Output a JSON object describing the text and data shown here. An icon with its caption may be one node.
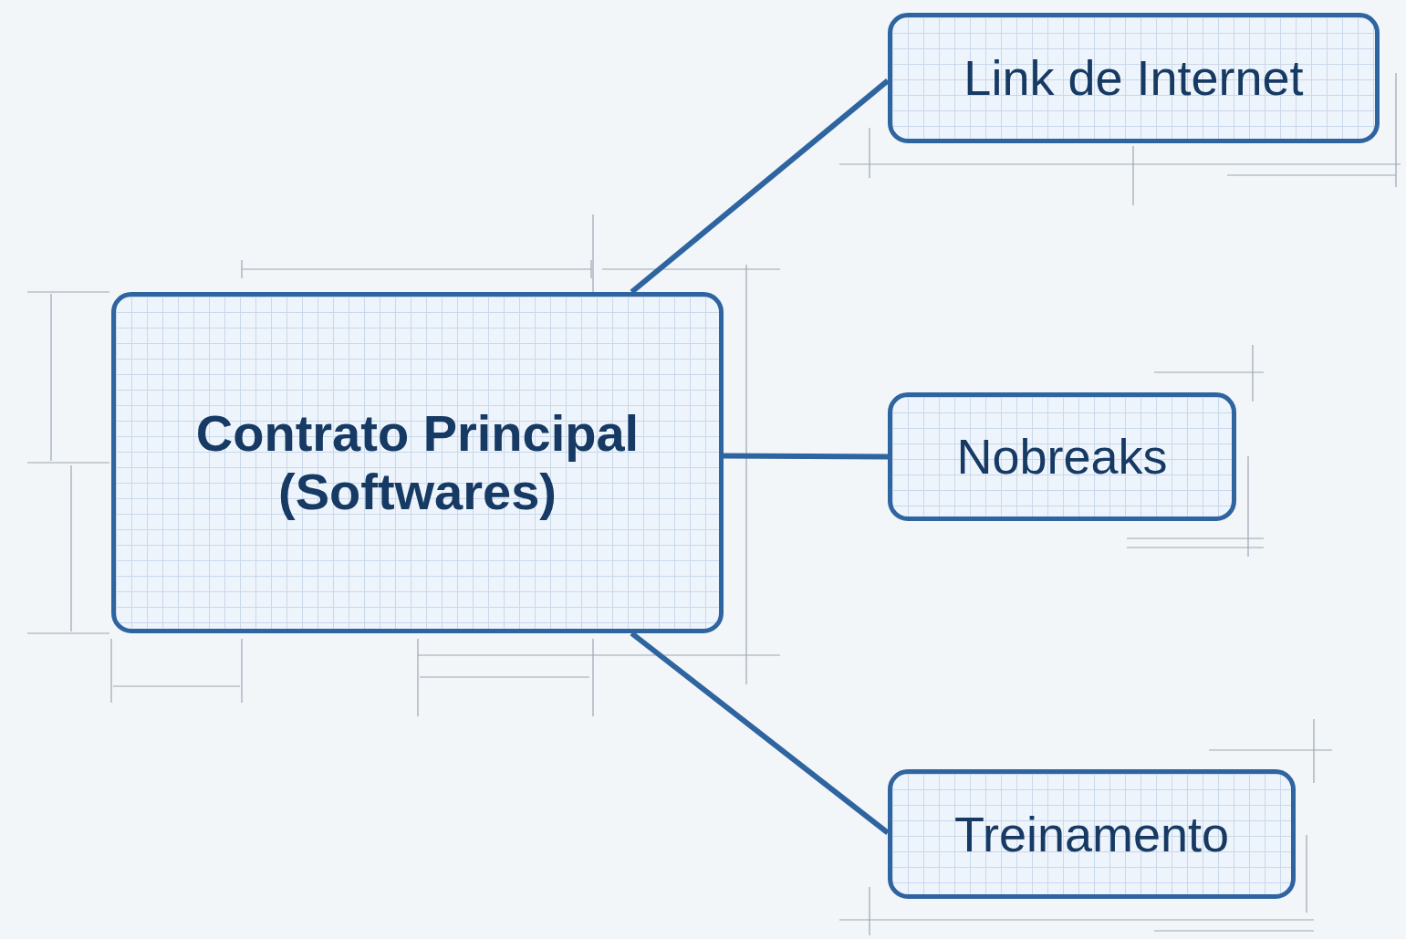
{
  "diagram": {
    "nodes": [
      {
        "text": [
          "Contrato Principal (Softwares)"
        ]
      },
      {
        "text": [
          "Link de Internet"
        ]
      },
      {
        "text": [
          "Nobreaks"
        ]
      },
      {
        "text": [
          "Treinamento"
        ]
      }
    ],
    "edges": [
      {
        "from": 0,
        "to": 1,
        "arrow": "none"
      },
      {
        "from": 0,
        "to": 2,
        "arrow": "none"
      },
      {
        "from": 0,
        "to": 3,
        "arrow": "none"
      }
    ]
  }
}
